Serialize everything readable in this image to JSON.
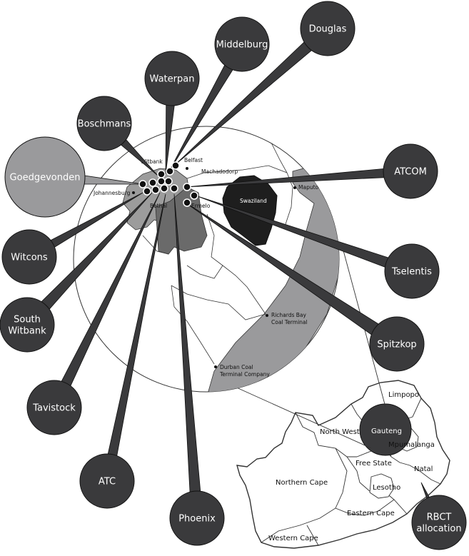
{
  "mines": [
    {
      "id": "douglas",
      "label_lines": [
        "Douglas"
      ]
    },
    {
      "id": "middelburg",
      "label_lines": [
        "Middelburg"
      ]
    },
    {
      "id": "waterpan",
      "label_lines": [
        "Waterpan"
      ]
    },
    {
      "id": "boschmans",
      "label_lines": [
        "Boschmans"
      ]
    },
    {
      "id": "goedgevonden",
      "label_lines": [
        "Goedgevonden"
      ]
    },
    {
      "id": "atcom",
      "label_lines": [
        "ATCOM"
      ]
    },
    {
      "id": "witcons",
      "label_lines": [
        "Witcons"
      ]
    },
    {
      "id": "tselentis",
      "label_lines": [
        "Tselentis"
      ]
    },
    {
      "id": "south-witbank",
      "label_lines": [
        "South",
        "Witbank"
      ]
    },
    {
      "id": "spitzkop",
      "label_lines": [
        "Spitzkop"
      ]
    },
    {
      "id": "tavistock",
      "label_lines": [
        "Tavistock"
      ]
    },
    {
      "id": "atc",
      "label_lines": [
        "ATC"
      ]
    },
    {
      "id": "phoenix",
      "label_lines": [
        "Phoenix"
      ]
    },
    {
      "id": "rbct",
      "label_lines": [
        "RBCT",
        "allocation"
      ]
    }
  ],
  "places": {
    "witbank": "Witbank",
    "belfast": "Belfast",
    "machadodorp": "Machadodorp",
    "johannesburg": "Johannesburg",
    "bethal": "Bethal",
    "ermelo": "Ermelo",
    "swaziland": "Swaziland",
    "maputo": "Maputo",
    "richards_bay": [
      "Richards Bay",
      "Coal Terminal"
    ],
    "durban": [
      "Durban Coal",
      "Terminal Company"
    ]
  },
  "provinces": {
    "limpopo": "Limpopo",
    "north_west": "North West",
    "gauteng": "Gauteng",
    "mpumalanga": "Mpumalanga",
    "free_state": "Free State",
    "natal": "Natal",
    "northern_cape": "Northern Cape",
    "lesotho": "Lesotho",
    "eastern_cape": "Eastern Cape",
    "western_cape": "Western Cape"
  },
  "colors": {
    "bubble_dark": "#3a3a3c",
    "bubble_light": "#9a9a9c",
    "coastal_band": "#9a9a9c",
    "swaziland": "#1e1e1e",
    "coalfield_light": "#9c9c9c",
    "coalfield_dark": "#6a6a6a",
    "outline": "#333333"
  }
}
